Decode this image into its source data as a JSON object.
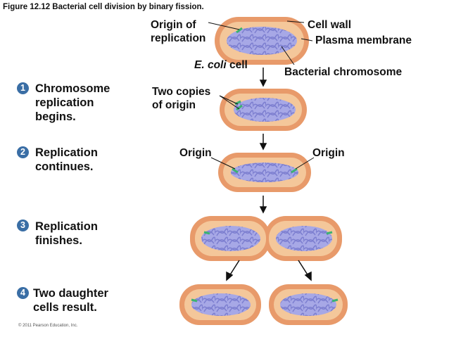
{
  "figure": {
    "caption": "Figure 12.12 Bacterial cell division by binary fission.",
    "copyright": "© 2011 Pearson Education, Inc."
  },
  "labels": {
    "origin_of_replication": "Origin of\nreplication",
    "cell_wall": "Cell wall",
    "plasma_membrane": "Plasma membrane",
    "ecoli_cell_italic": "E. coli",
    "ecoli_cell_suffix": " cell",
    "bacterial_chromosome": "Bacterial chromosome",
    "two_copies_of_origin": "Two copies\nof origin",
    "origin_left": "Origin",
    "origin_right": "Origin"
  },
  "steps": [
    {
      "number": "1",
      "text": "Chromosome\nreplication\nbegins."
    },
    {
      "number": "2",
      "text": "Replication\ncontinues."
    },
    {
      "number": "3",
      "text": "Replication\nfinishes."
    },
    {
      "number": "4",
      "text": "Two daughter\ncells result."
    }
  ],
  "colors": {
    "cell_wall": "#e89a6a",
    "cell_interior": "#f4c79a",
    "chromosome": "#8e8fd6",
    "origin": "#3cb371",
    "step_badge": "#3a6ea5"
  }
}
